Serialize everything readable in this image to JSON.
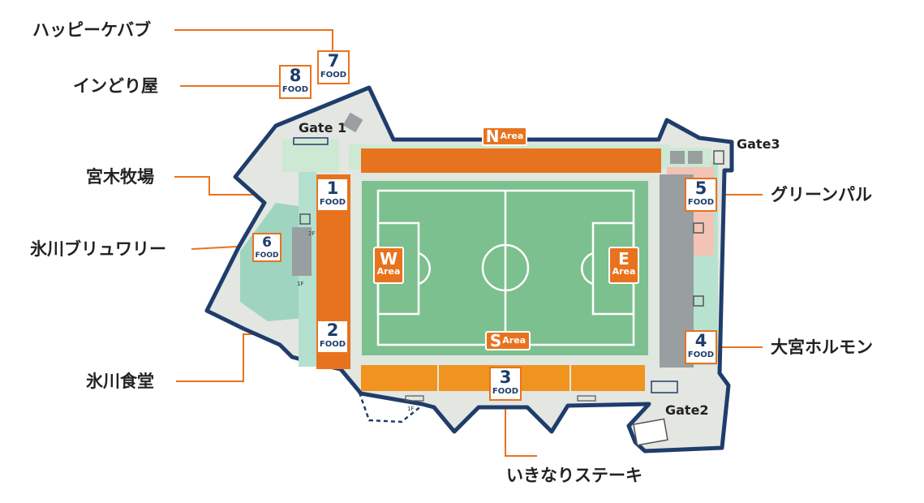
{
  "colors": {
    "outline": "#1f3d6b",
    "concourse": "#e3e6e1",
    "grass_light": "#cde8d3",
    "teal": "#9fd4c1",
    "field": "#7cc08f",
    "field_border": "#dfe7df",
    "stand_orange": "#e8731e",
    "stand_light_orange": "#f0931f",
    "stand_gray": "#999ea0",
    "pink": "#f3c3b5",
    "callout_line": "#e8731e",
    "text": "#222222"
  },
  "gates": {
    "gate1": "Gate 1",
    "gate2": "Gate2",
    "gate3": "Gate3"
  },
  "areas": {
    "north": {
      "letter": "N",
      "word": "Area"
    },
    "south": {
      "letter": "S",
      "word": "Area"
    },
    "west": {
      "letter": "W",
      "word": "Area"
    },
    "east": {
      "letter": "E",
      "word": "Area"
    }
  },
  "floors": {
    "f2": "2F",
    "f1": "1F",
    "f1_bottom": "1F"
  },
  "food_stalls": [
    {
      "number": "1",
      "tag": "FOOD",
      "name": "宮木牧場"
    },
    {
      "number": "2",
      "tag": "FOOD",
      "name": "氷川食堂"
    },
    {
      "number": "3",
      "tag": "FOOD",
      "name": "いきなりステーキ"
    },
    {
      "number": "4",
      "tag": "FOOD",
      "name": "大宮ホルモン"
    },
    {
      "number": "5",
      "tag": "FOOD",
      "name": "グリーンパル"
    },
    {
      "number": "6",
      "tag": "FOOD",
      "name": "氷川ブリュワリー"
    },
    {
      "number": "7",
      "tag": "FOOD",
      "name": "ハッピーケバブ"
    },
    {
      "number": "8",
      "tag": "FOOD",
      "name": "インどり屋"
    }
  ]
}
